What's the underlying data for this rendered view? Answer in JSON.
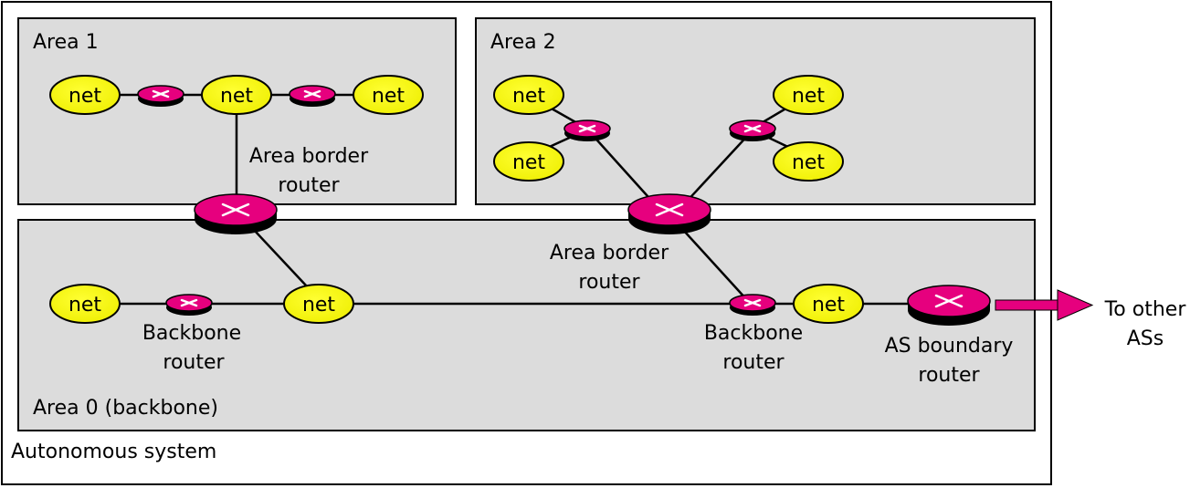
{
  "colors": {
    "net_fill": "#ffff00",
    "router_fill": "#e6007e",
    "area_fill": "#dcdcdc",
    "arrow": "#e6007e"
  },
  "labels": {
    "autonomous_system": "Autonomous system",
    "area1": "Area 1",
    "area2": "Area 2",
    "area0": "Area 0 (backbone)",
    "abr_left_line1": "Area border",
    "abr_left_line2": "router",
    "abr_mid_line1": "Area border",
    "abr_mid_line2": "router",
    "bb_left_line1": "Backbone",
    "bb_left_line2": "router",
    "bb_right_line1": "Backbone",
    "bb_right_line2": "router",
    "asbr_line1": "AS boundary",
    "asbr_line2": "router",
    "to_other_line1": "To other",
    "to_other_line2": "ASs"
  },
  "net_label": "net"
}
